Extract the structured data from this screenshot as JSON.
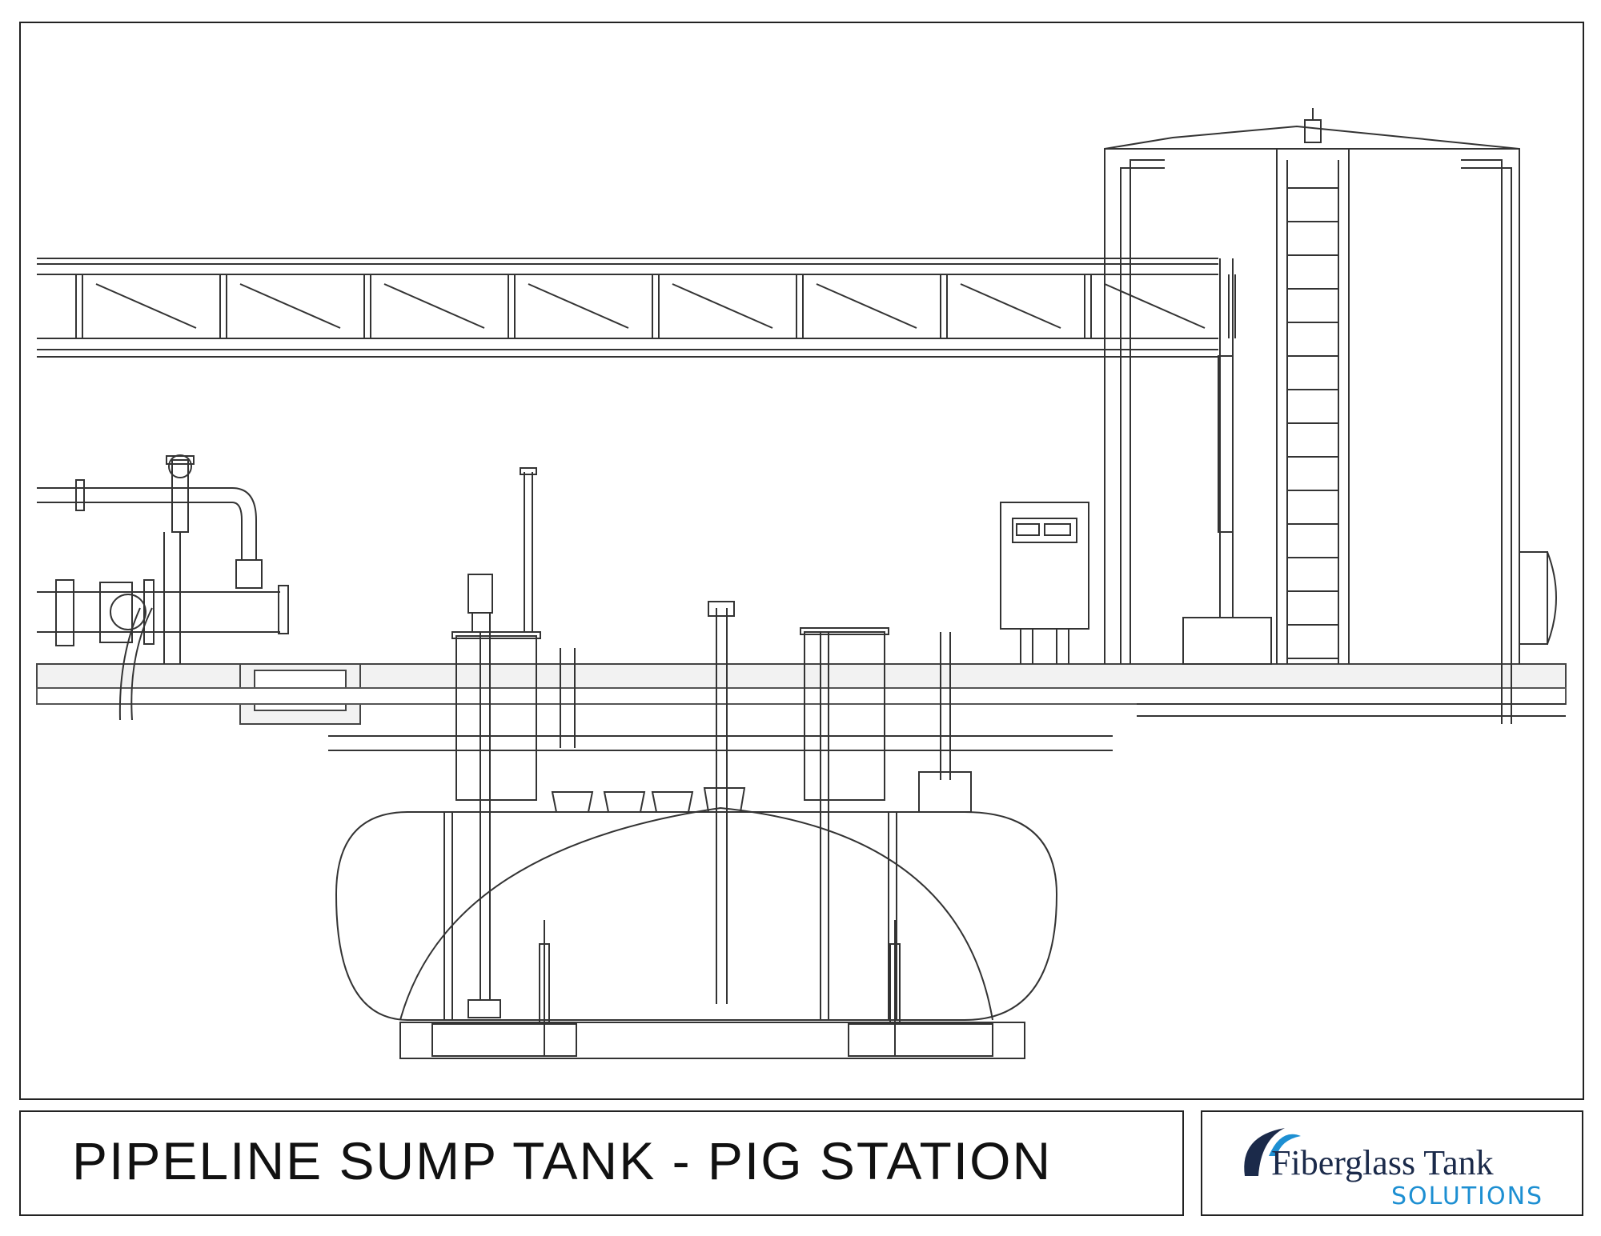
{
  "title_block": {
    "title": "PIPELINE SUMP TANK - PIG STATION"
  },
  "logo": {
    "name": "Fiberglass Tank",
    "subtitle": "SOLUTIONS",
    "colors": {
      "primary": "#1b2a4a",
      "accent": "#1d8fd2"
    }
  }
}
